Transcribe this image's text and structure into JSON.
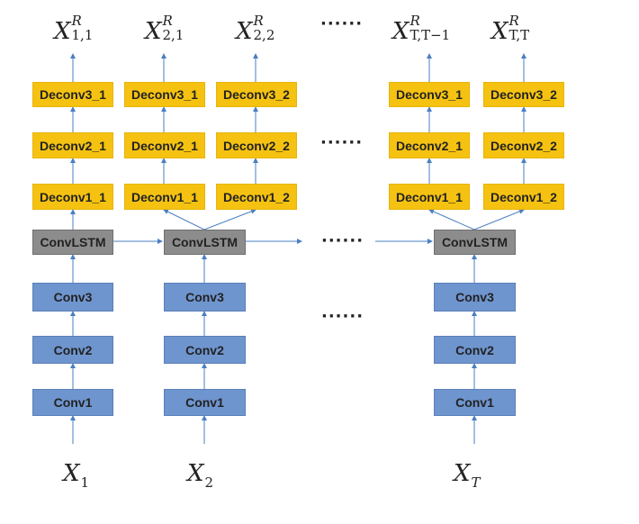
{
  "outputs": [
    {
      "base": "X",
      "sup": "R",
      "sub": "1,1"
    },
    {
      "base": "X",
      "sup": "R",
      "sub": "2,1"
    },
    {
      "base": "X",
      "sup": "R",
      "sub": "2,2"
    },
    {
      "base": "X",
      "sup": "R",
      "sub": "T,T−1"
    },
    {
      "base": "X",
      "sup": "R",
      "sub": "T,T"
    }
  ],
  "deconv": {
    "d3_1": "Deconv3_1",
    "d3_2": "Deconv3_2",
    "d2_1": "Deconv2_1",
    "d2_2": "Deconv2_2",
    "d1_1": "Deconv1_1",
    "d1_2": "Deconv1_2"
  },
  "lstm_label": "ConvLSTM",
  "conv": {
    "c3": "Conv3",
    "c2": "Conv2",
    "c1": "Conv1"
  },
  "inputs": [
    {
      "base": "X",
      "sub": "1"
    },
    {
      "base": "X",
      "sub": "2"
    },
    {
      "base": "X",
      "sub": "T"
    }
  ],
  "ellipsis": "······",
  "colors": {
    "deconv": "#f5c211",
    "convlstm": "#8c8c8c",
    "conv": "#6f95cf",
    "arrow": "#4a7fc1"
  }
}
